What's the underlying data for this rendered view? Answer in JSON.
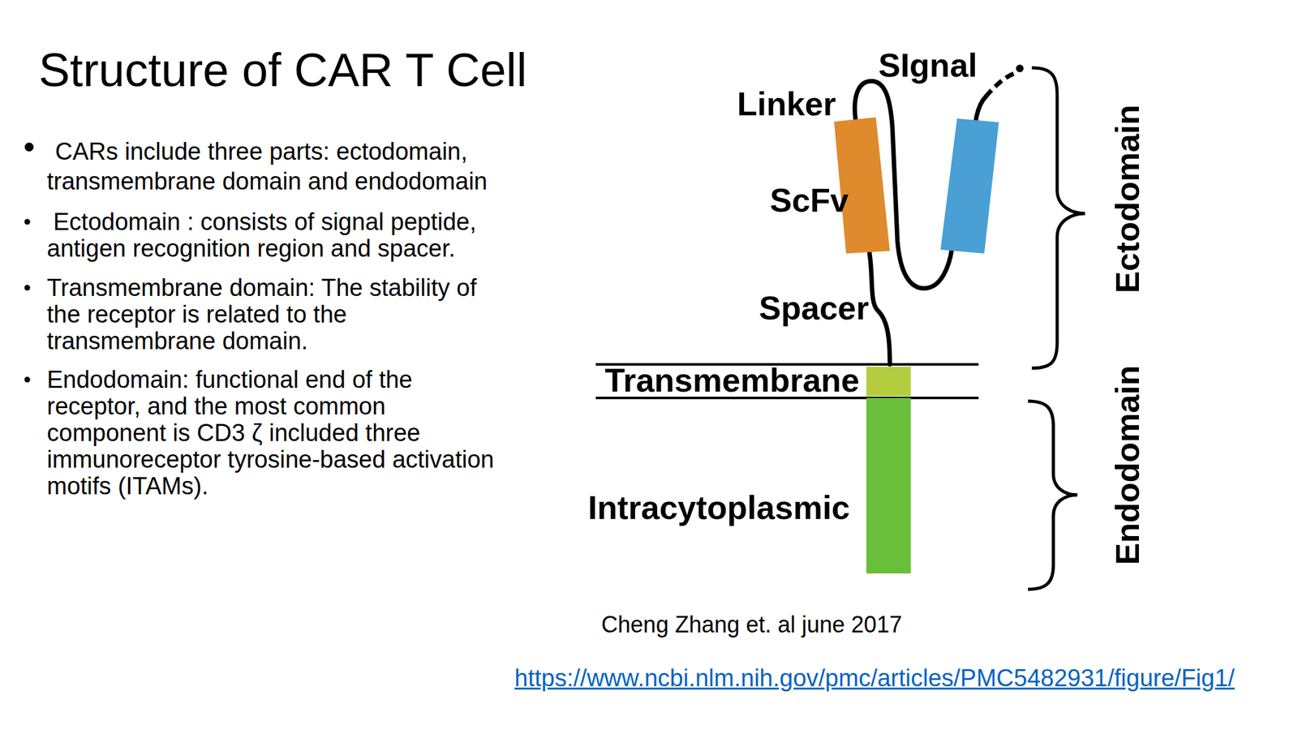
{
  "diagram": {
    "title": "Structure of CAR T Cell",
    "caption": "Cheng Zhang et. al june 2017",
    "labels": [
      "CARs include three parts: ectodomain, transmembrane domain and endodomain",
      "Ectodomain : consists of signal peptide, antigen recognition region and spacer.",
      "Transmembrane domain: The stability of the receptor is related to the transmembrane domain.",
      "Endodomain: functional end of the receptor, and the most common component is CD3 ζ included three immunoreceptor tyrosine-based activation motifs (ITAMs).",
      "SIgnal",
      "Linker",
      "ScFv",
      "Spacer",
      "Transmembrane",
      "Intracytoplasmic",
      "Ectodomain",
      "Endodomain",
      "https://www.ncbi.nlm.nih.gov/pmc/articles/PMC5482931/figure/Fig1/"
    ]
  }
}
